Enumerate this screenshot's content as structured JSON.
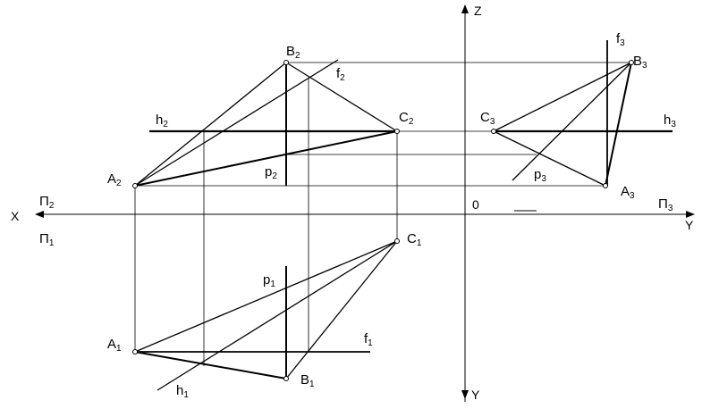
{
  "labels": {
    "axis_z": "Z",
    "axis_x": "X",
    "axis_y_right": "Y",
    "axis_y_down": "Y",
    "origin": "0",
    "pi2_main": "Π",
    "pi2_sub": "2",
    "pi1_main": "Π",
    "pi1_sub": "1",
    "pi3_main": "Π",
    "pi3_sub": "3",
    "B2_main": "B",
    "B2_sub": "2",
    "f2_main": "f",
    "f2_sub": "2",
    "h2_main": "h",
    "h2_sub": "2",
    "C2_main": "C",
    "C2_sub": "2",
    "A2_main": "A",
    "A2_sub": "2",
    "p2_main": "p",
    "p2_sub": "2",
    "C3_main": "C",
    "C3_sub": "3",
    "B3_main": "B",
    "B3_sub": "3",
    "f3_main": "f",
    "f3_sub": "3",
    "h3_main": "h",
    "h3_sub": "3",
    "p3_main": "p",
    "p3_sub": "3",
    "A3_main": "A",
    "A3_sub": "3",
    "C1_main": "C",
    "C1_sub": "1",
    "p1_main": "p",
    "p1_sub": "1",
    "A1_main": "A",
    "A1_sub": "1",
    "f1_main": "f",
    "f1_sub": "1",
    "B1_main": "B",
    "B1_sub": "1",
    "h1_main": "h",
    "h1_sub": "1"
  }
}
